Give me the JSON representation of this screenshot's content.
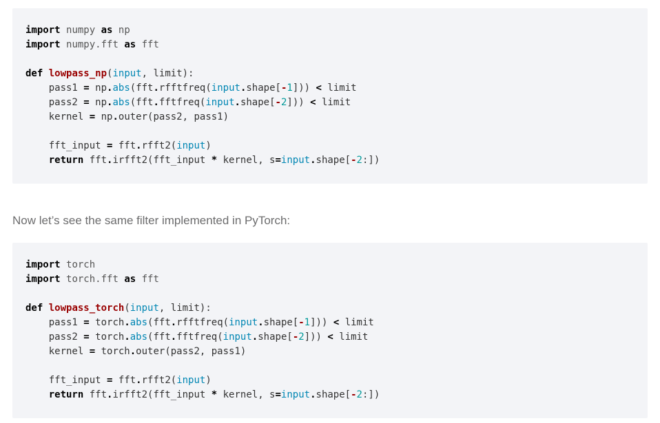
{
  "page": {
    "background": "#ffffff"
  },
  "paragraph": {
    "text": "Now let’s see the same filter implemented in PyTorch:",
    "color": "#6c6c6d"
  },
  "code_theme": {
    "background": "#f3f4f7",
    "default_text": "#333333",
    "keyword": "#000000",
    "function_name": "#990000",
    "namespace": "#555555",
    "builtin": "#0086b3",
    "number": "#009999",
    "operator": "#000000",
    "unary_minus": "#990000"
  },
  "code_blocks": [
    {
      "name": "numpy-lowpass",
      "lines": [
        [
          [
            "import",
            "k"
          ],
          [
            " ",
            "w"
          ],
          [
            "numpy",
            "nn"
          ],
          [
            " ",
            "w"
          ],
          [
            "as",
            "k"
          ],
          [
            " ",
            "w"
          ],
          [
            "np",
            "nn"
          ]
        ],
        [
          [
            "import",
            "k"
          ],
          [
            " ",
            "w"
          ],
          [
            "numpy.fft",
            "nn"
          ],
          [
            " ",
            "w"
          ],
          [
            "as",
            "k"
          ],
          [
            " ",
            "w"
          ],
          [
            "fft",
            "nn"
          ]
        ],
        [],
        [
          [
            "def",
            "k"
          ],
          [
            " ",
            "w"
          ],
          [
            "lowpass_np",
            "nf"
          ],
          [
            "(",
            "p"
          ],
          [
            "input",
            "nb"
          ],
          [
            ", limit):",
            "p"
          ]
        ],
        [
          [
            "    pass1 ",
            "p"
          ],
          [
            "=",
            "o"
          ],
          [
            " np",
            "p"
          ],
          [
            ".",
            "o"
          ],
          [
            "abs",
            "nb"
          ],
          [
            "(fft",
            "p"
          ],
          [
            ".",
            "o"
          ],
          [
            "rfftfreq(",
            "p"
          ],
          [
            "input",
            "nb"
          ],
          [
            ".",
            "o"
          ],
          [
            "shape[",
            "p"
          ],
          [
            "-",
            "om"
          ],
          [
            "1",
            "mi"
          ],
          [
            "])) ",
            "p"
          ],
          [
            "<",
            "o"
          ],
          [
            " limit",
            "p"
          ]
        ],
        [
          [
            "    pass2 ",
            "p"
          ],
          [
            "=",
            "o"
          ],
          [
            " np",
            "p"
          ],
          [
            ".",
            "o"
          ],
          [
            "abs",
            "nb"
          ],
          [
            "(fft",
            "p"
          ],
          [
            ".",
            "o"
          ],
          [
            "fftfreq(",
            "p"
          ],
          [
            "input",
            "nb"
          ],
          [
            ".",
            "o"
          ],
          [
            "shape[",
            "p"
          ],
          [
            "-",
            "om"
          ],
          [
            "2",
            "mi"
          ],
          [
            "])) ",
            "p"
          ],
          [
            "<",
            "o"
          ],
          [
            " limit",
            "p"
          ]
        ],
        [
          [
            "    kernel ",
            "p"
          ],
          [
            "=",
            "o"
          ],
          [
            " np",
            "p"
          ],
          [
            ".",
            "o"
          ],
          [
            "outer(pass2, pass1)",
            "p"
          ]
        ],
        [],
        [
          [
            "    fft_input ",
            "p"
          ],
          [
            "=",
            "o"
          ],
          [
            " fft",
            "p"
          ],
          [
            ".",
            "o"
          ],
          [
            "rfft2(",
            "p"
          ],
          [
            "input",
            "nb"
          ],
          [
            ")",
            "p"
          ]
        ],
        [
          [
            "    ",
            "p"
          ],
          [
            "return",
            "k"
          ],
          [
            " fft",
            "p"
          ],
          [
            ".",
            "o"
          ],
          [
            "irfft2(fft_input ",
            "p"
          ],
          [
            "*",
            "o"
          ],
          [
            " kernel, s",
            "p"
          ],
          [
            "=",
            "o"
          ],
          [
            "input",
            "nb"
          ],
          [
            ".",
            "o"
          ],
          [
            "shape[",
            "p"
          ],
          [
            "-",
            "om"
          ],
          [
            "2",
            "mi"
          ],
          [
            ":])",
            "p"
          ]
        ]
      ]
    },
    {
      "name": "torch-lowpass",
      "lines": [
        [
          [
            "import",
            "k"
          ],
          [
            " ",
            "w"
          ],
          [
            "torch",
            "nn"
          ]
        ],
        [
          [
            "import",
            "k"
          ],
          [
            " ",
            "w"
          ],
          [
            "torch.fft",
            "nn"
          ],
          [
            " ",
            "w"
          ],
          [
            "as",
            "k"
          ],
          [
            " ",
            "w"
          ],
          [
            "fft",
            "nn"
          ]
        ],
        [],
        [
          [
            "def",
            "k"
          ],
          [
            " ",
            "w"
          ],
          [
            "lowpass_torch",
            "nf"
          ],
          [
            "(",
            "p"
          ],
          [
            "input",
            "nb"
          ],
          [
            ", limit):",
            "p"
          ]
        ],
        [
          [
            "    pass1 ",
            "p"
          ],
          [
            "=",
            "o"
          ],
          [
            " torch",
            "p"
          ],
          [
            ".",
            "o"
          ],
          [
            "abs",
            "nb"
          ],
          [
            "(fft",
            "p"
          ],
          [
            ".",
            "o"
          ],
          [
            "rfftfreq(",
            "p"
          ],
          [
            "input",
            "nb"
          ],
          [
            ".",
            "o"
          ],
          [
            "shape[",
            "p"
          ],
          [
            "-",
            "om"
          ],
          [
            "1",
            "mi"
          ],
          [
            "])) ",
            "p"
          ],
          [
            "<",
            "o"
          ],
          [
            " limit",
            "p"
          ]
        ],
        [
          [
            "    pass2 ",
            "p"
          ],
          [
            "=",
            "o"
          ],
          [
            " torch",
            "p"
          ],
          [
            ".",
            "o"
          ],
          [
            "abs",
            "nb"
          ],
          [
            "(fft",
            "p"
          ],
          [
            ".",
            "o"
          ],
          [
            "fftfreq(",
            "p"
          ],
          [
            "input",
            "nb"
          ],
          [
            ".",
            "o"
          ],
          [
            "shape[",
            "p"
          ],
          [
            "-",
            "om"
          ],
          [
            "2",
            "mi"
          ],
          [
            "])) ",
            "p"
          ],
          [
            "<",
            "o"
          ],
          [
            " limit",
            "p"
          ]
        ],
        [
          [
            "    kernel ",
            "p"
          ],
          [
            "=",
            "o"
          ],
          [
            " torch",
            "p"
          ],
          [
            ".",
            "o"
          ],
          [
            "outer(pass2, pass1)",
            "p"
          ]
        ],
        [],
        [
          [
            "    fft_input ",
            "p"
          ],
          [
            "=",
            "o"
          ],
          [
            " fft",
            "p"
          ],
          [
            ".",
            "o"
          ],
          [
            "rfft2(",
            "p"
          ],
          [
            "input",
            "nb"
          ],
          [
            ")",
            "p"
          ]
        ],
        [
          [
            "    ",
            "p"
          ],
          [
            "return",
            "k"
          ],
          [
            " fft",
            "p"
          ],
          [
            ".",
            "o"
          ],
          [
            "irfft2(fft_input ",
            "p"
          ],
          [
            "*",
            "o"
          ],
          [
            " kernel, s",
            "p"
          ],
          [
            "=",
            "o"
          ],
          [
            "input",
            "nb"
          ],
          [
            ".",
            "o"
          ],
          [
            "shape[",
            "p"
          ],
          [
            "-",
            "om"
          ],
          [
            "2",
            "mi"
          ],
          [
            ":])",
            "p"
          ]
        ]
      ]
    }
  ]
}
